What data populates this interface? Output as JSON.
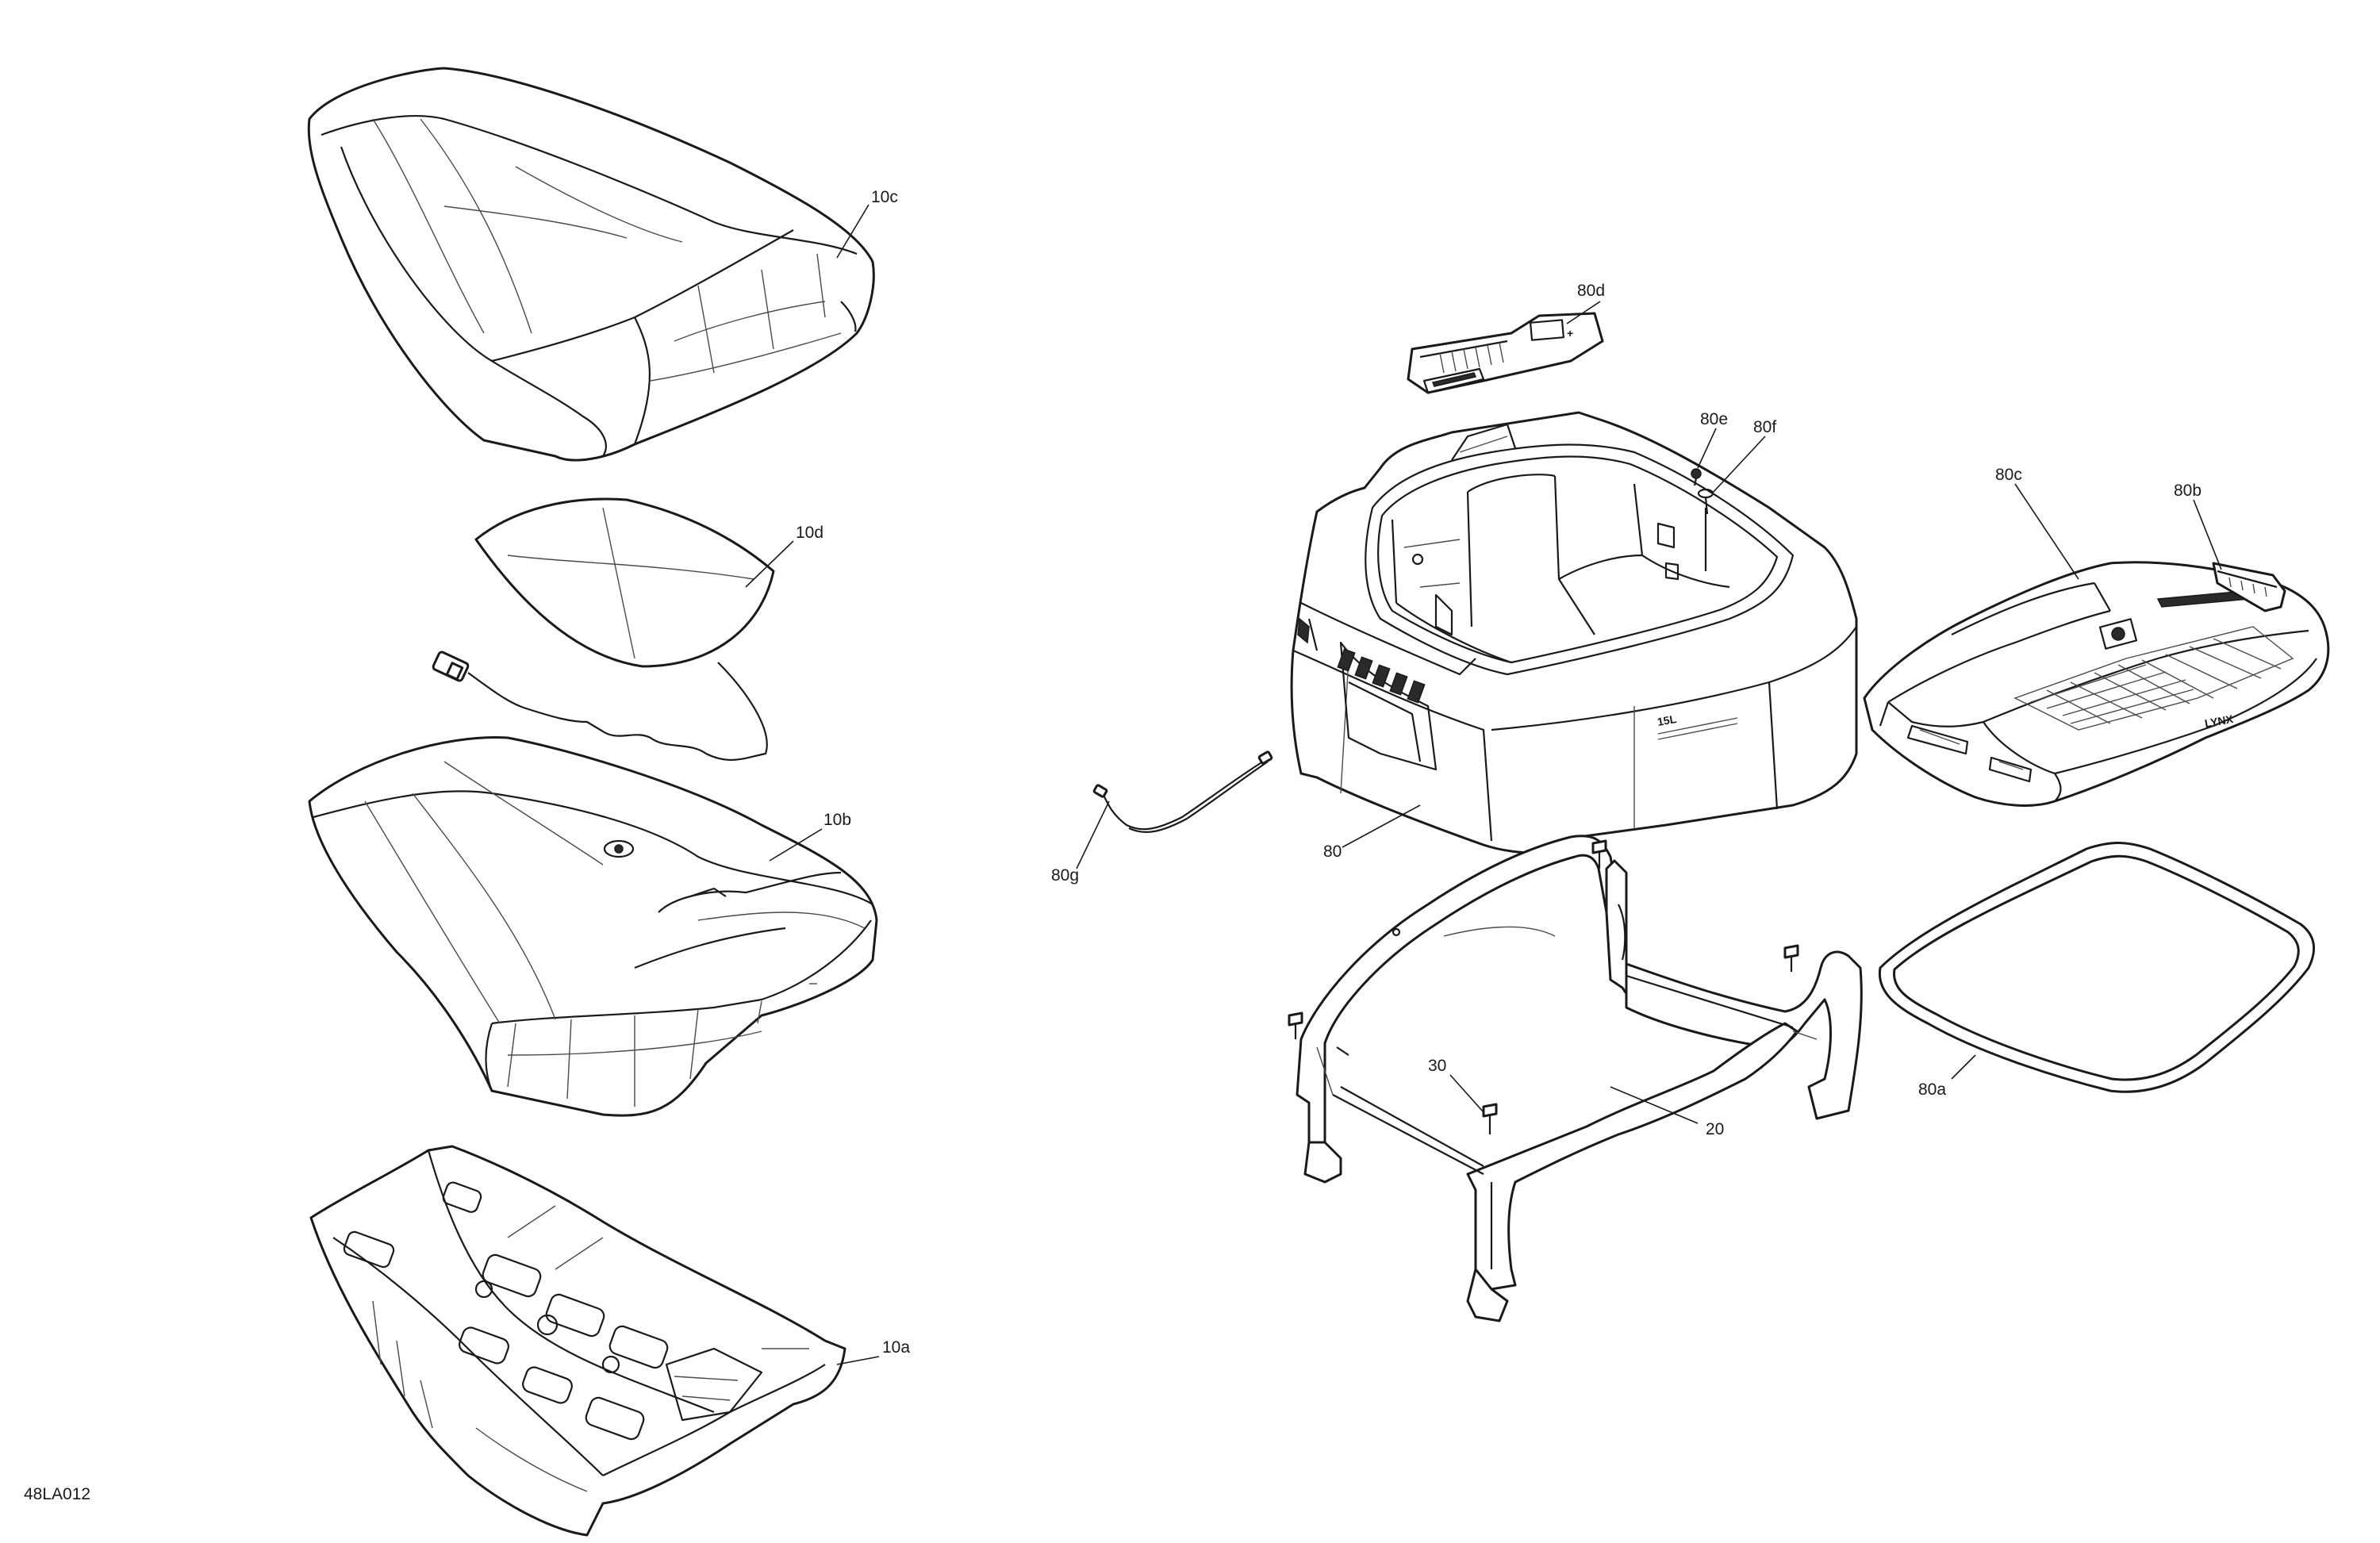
{
  "diagram_code": "48LA012",
  "callouts": {
    "c10c": "10c",
    "c10d": "10d",
    "c10b": "10b",
    "c10a": "10a",
    "c80d": "80d",
    "c80e": "80e",
    "c80f": "80f",
    "c80c": "80c",
    "c80b": "80b",
    "c80": "80",
    "c80g": "80g",
    "c30": "30",
    "c20": "20",
    "c80a": "80a"
  },
  "part_markings": {
    "box_capacity": "15L",
    "lid_brand": "LYNX"
  }
}
